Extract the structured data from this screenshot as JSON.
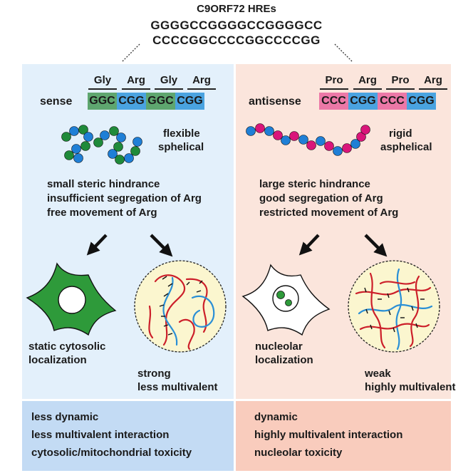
{
  "header": {
    "title": "C9ORF72 HREs",
    "seq_top": "GGGGCCGGGGCCGGGGCC",
    "seq_bottom": "CCCCGGCCCCGGCCCCGG"
  },
  "sense": {
    "label": "sense",
    "amino_acids": [
      "Gly",
      "Arg",
      "Gly",
      "Arg"
    ],
    "codons": [
      "GGC",
      "CGG",
      "GGC",
      "CGG"
    ],
    "shape_line1": "flexible",
    "shape_line2": "sphelical",
    "props": [
      "small steric hindrance",
      "insufficient segregation of Arg",
      "free movement of Arg"
    ],
    "cell_line1": "static cytosolic",
    "cell_line2": "localization",
    "condensate_line1": "strong",
    "condensate_line2": "less multivalent",
    "summary": [
      "less dynamic",
      "less multivalent interaction",
      "cytosolic/mitochondrial toxicity"
    ]
  },
  "antisense": {
    "label": "antisense",
    "amino_acids": [
      "Pro",
      "Arg",
      "Pro",
      "Arg"
    ],
    "codons": [
      "CCC",
      "CGG",
      "CCC",
      "CGG"
    ],
    "shape_line1": "rigid",
    "shape_line2": "asphelical",
    "props": [
      "large steric hindrance",
      "good segregation of Arg",
      "restricted movement of Arg"
    ],
    "cell_line1": "nucleolar",
    "cell_line2": "localization",
    "condensate_line1": "weak",
    "condensate_line2": "highly multivalent",
    "summary": [
      "dynamic",
      "highly multivalent interaction",
      "nucleolar toxicity"
    ]
  },
  "colors": {
    "gly_bead": "#1f8a3a",
    "arg_bead": "#1f7fd6",
    "pro_bead": "#d9157a",
    "cytosol_green": "#2e9a3a",
    "condensate_fill": "#fbf6cf",
    "strand_red": "#cc1f2a",
    "strand_blue": "#2a8fd6"
  }
}
